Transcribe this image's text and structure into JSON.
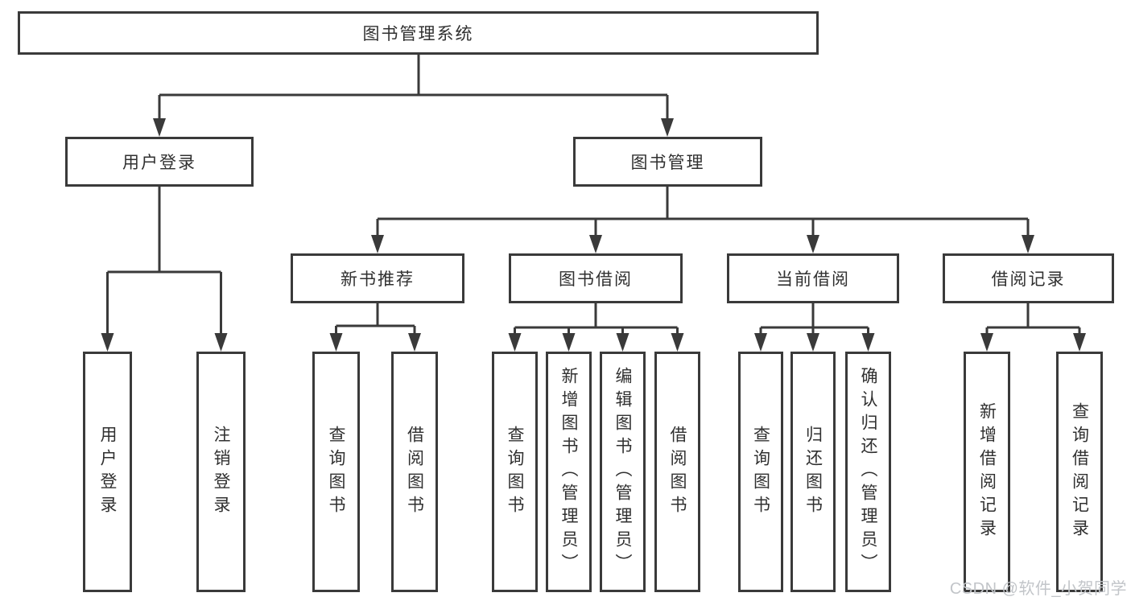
{
  "diagram": {
    "root": "图书管理系统",
    "level2": [
      "用户登录",
      "图书管理"
    ],
    "level3": [
      "新书推荐",
      "图书借阅",
      "当前借阅",
      "借阅记录"
    ],
    "leaves": {
      "userLogin": [
        "用户登录",
        "注销登录"
      ],
      "newBooks": [
        "查询图书",
        "借阅图书"
      ],
      "bookBorrow": [
        "查询图书",
        "新增图书（管理员）",
        "编辑图书（管理员）",
        "借阅图书"
      ],
      "currentBorrow": [
        "查询图书",
        "归还图书",
        "确认归还（管理员）"
      ],
      "borrowRecords": [
        "新增借阅记录",
        "查询借阅记录"
      ]
    },
    "watermark": "CSDN @软件_小贺同学",
    "colors": {
      "line": "#3a3a3a",
      "text": "#303030",
      "watermark": "#c2c5c9"
    }
  }
}
